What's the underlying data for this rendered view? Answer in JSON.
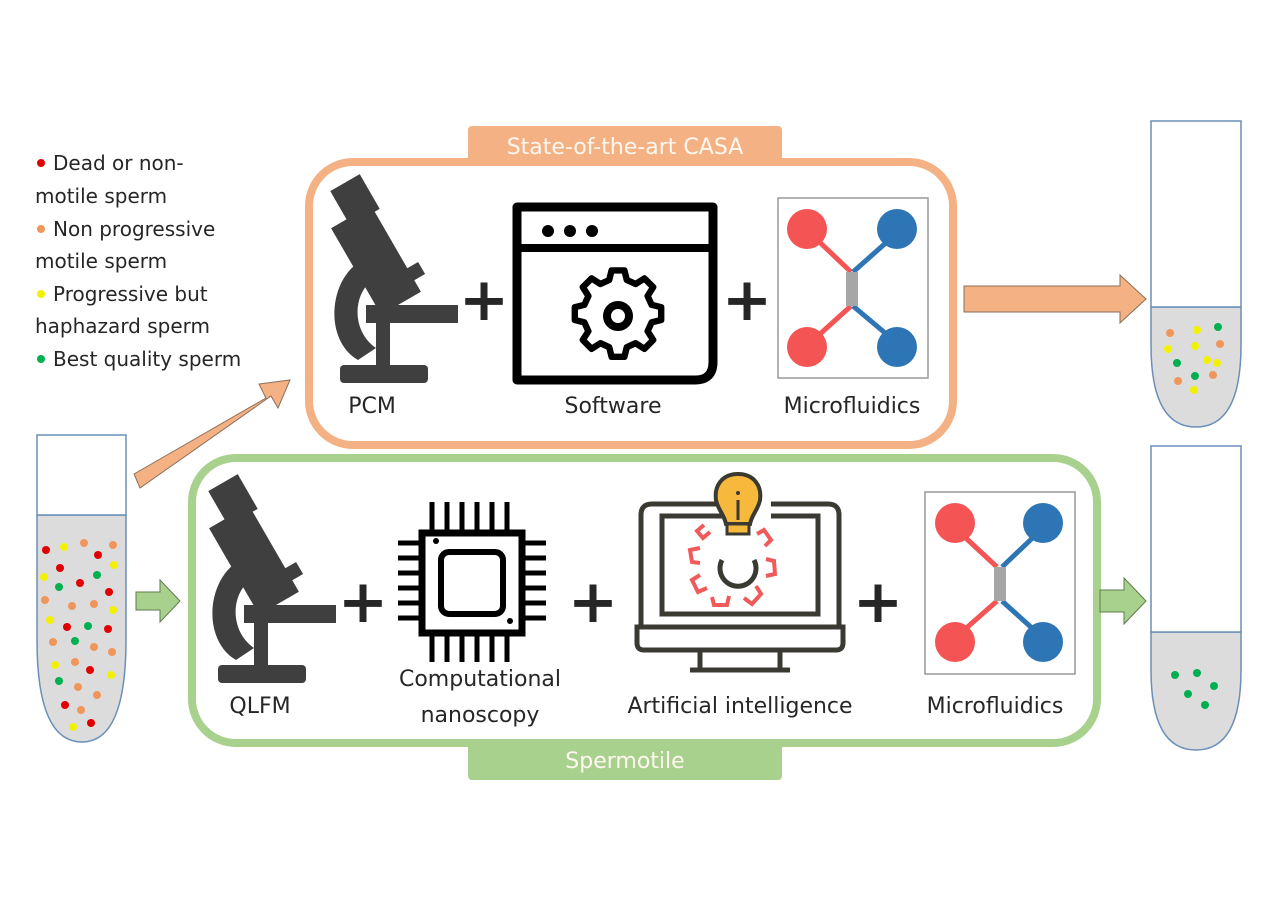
{
  "legend": {
    "items": [
      {
        "lines": [
          "Dead or non-",
          "motile sperm"
        ],
        "color": "#e00000"
      },
      {
        "lines": [
          "Non progressive",
          "motile sperm"
        ],
        "color": "#f0965a"
      },
      {
        "lines": [
          "Progressive but",
          "haphazard sperm"
        ],
        "color": "#f2f200"
      },
      {
        "lines": [
          "Best quality sperm"
        ],
        "color": "#00b050"
      }
    ]
  },
  "casa": {
    "title": "State-of-the-art CASA",
    "color": "#f4b183",
    "components": [
      {
        "label": "PCM",
        "icon": "microscope-icon"
      },
      {
        "label": "Software",
        "icon": "software-gear-icon"
      },
      {
        "label": "Microfluidics",
        "icon": "microfluidics-chip-icon"
      }
    ],
    "plus": "+"
  },
  "spermotile": {
    "title": "Spermotile",
    "color": "#a9d18e",
    "components": [
      {
        "label": "QLFM",
        "icon": "microscope-icon"
      },
      {
        "label_lines": [
          "Computational",
          "nanoscopy"
        ],
        "icon": "processor-chip-icon"
      },
      {
        "label": "Artificial intelligence",
        "icon": "ai-monitor-lightbulb-icon"
      },
      {
        "label": "Microfluidics",
        "icon": "microfluidics-chip-icon"
      }
    ],
    "plus": "+"
  },
  "tubes": {
    "input": {
      "name": "raw-sample",
      "dot_colors": [
        "red",
        "orange",
        "yellow",
        "green"
      ]
    },
    "casa_output": {
      "name": "casa-output",
      "dot_colors": [
        "orange",
        "yellow",
        "green"
      ]
    },
    "spermotile_output": {
      "name": "spermotile-output",
      "dot_colors": [
        "green"
      ]
    }
  },
  "colors": {
    "red": "#e00000",
    "orange": "#f0965a",
    "yellow": "#f2f200",
    "green": "#00b050",
    "tube_border": "#6b8fb8",
    "tube_fill": "#dcdcdc",
    "icon_dark": "#3f3f3f",
    "chip_red": "#f45454",
    "chip_blue": "#2e75b6",
    "bulb": "#f6b93b"
  }
}
